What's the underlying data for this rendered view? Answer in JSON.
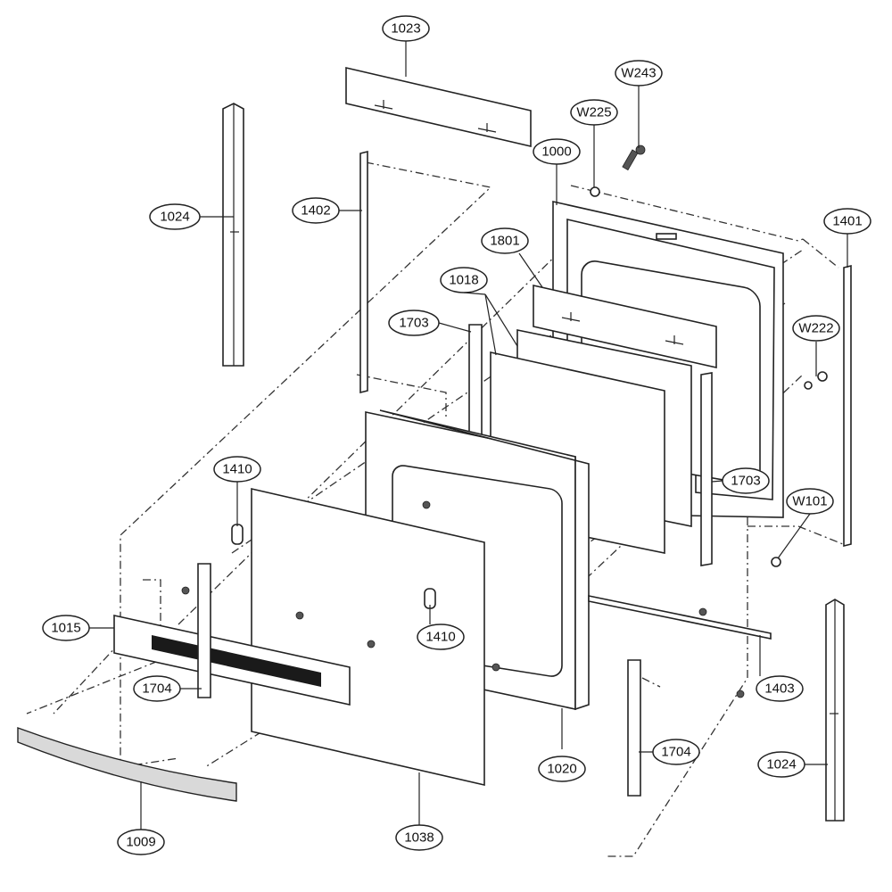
{
  "callouts": {
    "c1023": "1023",
    "cW243": "W243",
    "cW225": "W225",
    "c1000": "1000",
    "c1024a": "1024",
    "c1402": "1402",
    "c1401": "1401",
    "c1801": "1801",
    "c1018": "1018",
    "c1703a": "1703",
    "cW222": "W222",
    "c1410a": "1410",
    "c1703b": "1703",
    "cW101": "W101",
    "c1015": "1015",
    "c1410b": "1410",
    "c1704a": "1704",
    "c1403": "1403",
    "c1704b": "1704",
    "c1020": "1020",
    "c1024b": "1024",
    "c1009": "1009",
    "c1038": "1038"
  },
  "colors": {
    "line": "#222222",
    "fill": "#ffffff",
    "vent": "#1a1a1a",
    "handle": "#d9d9d9"
  }
}
